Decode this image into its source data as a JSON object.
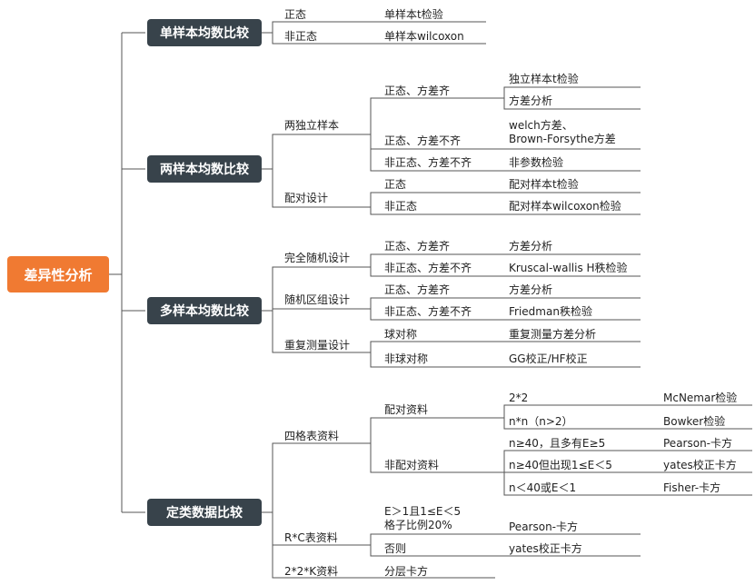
{
  "root": "差异性分析",
  "groups": [
    {
      "label": "单样本均数比较",
      "items": [
        {
          "cond": "正态",
          "method": "单样本t检验"
        },
        {
          "cond": "非正态",
          "method": "单样本wilcoxon"
        }
      ]
    },
    {
      "label": "两样本均数比较",
      "subs": [
        {
          "label": "两独立样本",
          "items": [
            {
              "cond": "正态、方差齐",
              "methods": [
                "独立样本t检验",
                "方差分析"
              ]
            },
            {
              "cond": "正态、方差不齐",
              "method": "welch方差、\nBrown-Forsythe方差"
            },
            {
              "cond": "非正态、方差不齐",
              "method": "非参数检验"
            }
          ]
        },
        {
          "label": "配对设计",
          "items": [
            {
              "cond": "正态",
              "method": "配对样本t检验"
            },
            {
              "cond": "非正态",
              "method": "配对样本wilcoxon检验"
            }
          ]
        }
      ]
    },
    {
      "label": "多样本均数比较",
      "subs": [
        {
          "label": "完全随机设计",
          "items": [
            {
              "cond": "正态、方差齐",
              "method": "方差分析"
            },
            {
              "cond": "非正态、方差不齐",
              "method": "Kruscal-wallis H秩检验"
            }
          ]
        },
        {
          "label": "随机区组设计",
          "items": [
            {
              "cond": "正态、方差齐",
              "method": "方差分析"
            },
            {
              "cond": "非正态、方差不齐",
              "method": "Friedman秩检验"
            }
          ]
        },
        {
          "label": "重复测量设计",
          "items": [
            {
              "cond": "球对称",
              "method": "重复测量方差分析"
            },
            {
              "cond": "非球对称",
              "method": "GG校正/HF校正"
            }
          ]
        }
      ]
    },
    {
      "label": "定类数据比较",
      "subs": [
        {
          "label": "四格表资料",
          "items": [
            {
              "label": "配对资料",
              "rows": [
                {
                  "cond": "2*2",
                  "method": "McNemar检验"
                },
                {
                  "cond": "n*n（n>2）",
                  "method": "Bowker检验"
                }
              ]
            },
            {
              "label": "非配对资料",
              "rows": [
                {
                  "cond": "n≥40，且多有E≥5",
                  "method": "Pearson-卡方"
                },
                {
                  "cond": "n≥40但出现1≤E＜5",
                  "method": "yates校正卡方"
                },
                {
                  "cond": "n＜40或E＜1",
                  "method": "Fisher-卡方"
                }
              ]
            }
          ]
        },
        {
          "label": "R*C表资料",
          "items": [
            {
              "cond": "E＞1且1≤E＜5\n格子比例20%",
              "method": "Pearson-卡方"
            },
            {
              "cond": "否则",
              "method": "yates校正卡方"
            }
          ]
        },
        {
          "label": "2*2*K资料",
          "items": [
            {
              "cond": "分层卡方"
            }
          ]
        }
      ]
    }
  ]
}
